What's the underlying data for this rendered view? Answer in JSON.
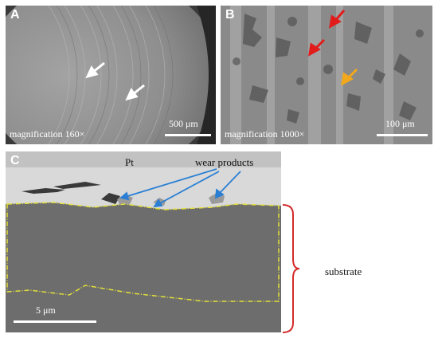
{
  "panels": {
    "a": {
      "letter": "A",
      "magnification": "magnification 160×",
      "scale_bar": "500 μm"
    },
    "b": {
      "letter": "B",
      "magnification": "magnification 1000×",
      "scale_bar": "100 μm"
    },
    "c": {
      "letter": "C",
      "coating_label": "Pt",
      "wear_label": "wear products",
      "scale_bar": "5 μm"
    }
  },
  "substrate_label": "substrate",
  "colors": {
    "arrow_white": "#ffffff",
    "arrow_red": "#e21b1b",
    "arrow_orange": "#f2a81c",
    "arrow_blue": "#2a7fd4",
    "boundary_yellow": "#e3e03a",
    "bracket_red": "#d42a2a"
  }
}
